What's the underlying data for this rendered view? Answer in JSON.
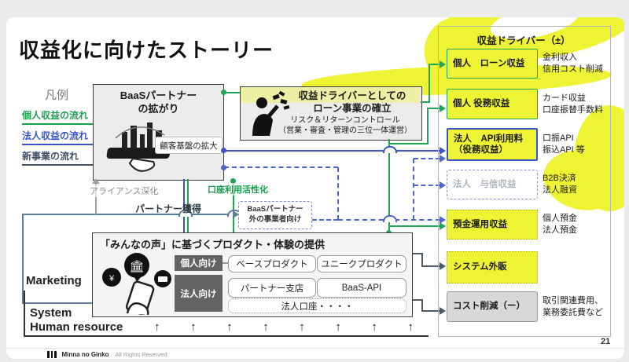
{
  "slide": {
    "title": "収益化に向けたストーリー",
    "page_number": "21",
    "footer": {
      "brand": "Minna no Ginko",
      "rights": "All Rights Reserved."
    }
  },
  "legend": {
    "title": "凡例",
    "items": [
      {
        "label": "個人収益の流れ",
        "color": "#1ea04f"
      },
      {
        "label": "法人収益の流れ",
        "color": "#3753cb"
      },
      {
        "label": "新事業の流れ",
        "color": "#3f5068"
      }
    ]
  },
  "baas_box": {
    "title_line1": "BaaSパートナー",
    "title_line2": "の拡がり",
    "badge": "顧客基盤の拡大"
  },
  "loan_box": {
    "title_line1": "収益ドライバーとしての",
    "title_line2": "ローン事業の確立",
    "sub_line1": "リスク＆リターンコントロール",
    "sub_line2": "（営業・審査・管理の三位一体運営）"
  },
  "flow_labels": {
    "alliance": "アライアンス深化",
    "partner": "パートナー獲得",
    "account_activation": "口座利用活性化",
    "baas_external_line1": "BaaSパートナー",
    "baas_external_line2": "外の事業者向け"
  },
  "product_box": {
    "title": "「みんなの声」に基づくプロダクト・体験の提供",
    "personal_label": "個人向け",
    "corporate_label": "法人向け",
    "personal_products": [
      "ベースプロダクト",
      "ユニークプロダクト"
    ],
    "corporate_products": [
      "パートナー支店",
      "BaaS-API"
    ],
    "corporate_account": "法人口座・・・・"
  },
  "driver_panel": {
    "title": "収益ドライバー（±）",
    "items": [
      {
        "line1": "個人　ローン収益",
        "line2": "",
        "desc1": "金利収入",
        "desc2": "信用コスト削減"
      },
      {
        "line1": "個人 役務収益",
        "line2": "",
        "desc1": "カード収益",
        "desc2": "口座振替手数料"
      },
      {
        "line1": "法人　API利用料",
        "line2": "（役務収益）",
        "desc1": "口振API",
        "desc2": "振込API 等"
      },
      {
        "line1": "法人　与信収益",
        "line2": "",
        "desc1": "B2B決済",
        "desc2": "法人融資"
      },
      {
        "line1": "預金運用収益",
        "line2": "",
        "desc1": "個人預金",
        "desc2": "法人預金"
      },
      {
        "line1": "システム外販",
        "line2": "",
        "desc1": "",
        "desc2": ""
      },
      {
        "line1": "コスト削減（ー）",
        "line2": "",
        "desc1": "取引関連費用、",
        "desc2": "業務委託費など"
      }
    ]
  },
  "bottom_axis": {
    "categories": [
      "Marketing",
      "System",
      "Human resource"
    ],
    "up_arrow": "↑"
  },
  "palette": {
    "green": "#21a457",
    "blue": "#3856c8",
    "slate": "#4d5966",
    "partner_line": "#5e7c9e",
    "yellow": "#eef333",
    "box_gray": "#ececec"
  }
}
